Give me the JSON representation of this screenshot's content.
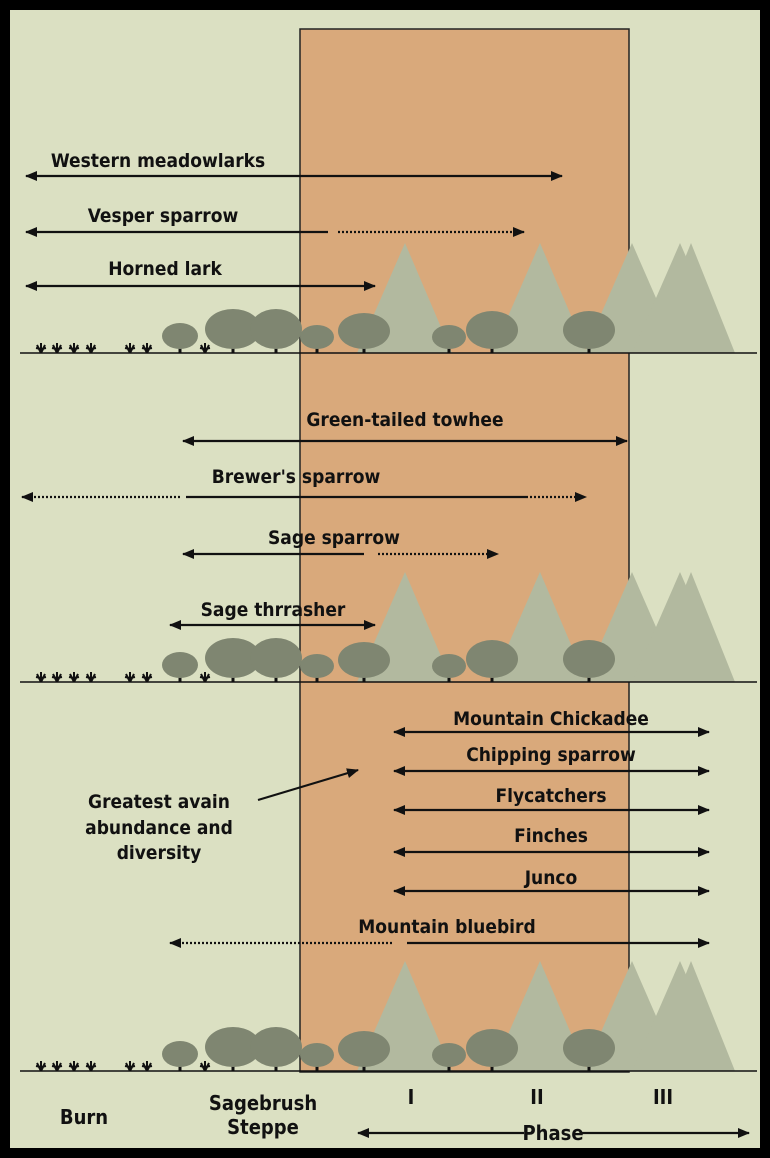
{
  "colors": {
    "background": "#dbe0c2",
    "frame": "#000000",
    "band": "#d9a97b",
    "shrub": "#7f8671",
    "tree": "#b2b99f",
    "ink": "#111111"
  },
  "zones": [
    "Burn",
    "Sagebrush",
    "Steppe"
  ],
  "phase": {
    "label": "Phase",
    "numerals": [
      "I",
      "II",
      "III"
    ]
  },
  "note": {
    "lines": [
      "Greatest avain",
      "abundance and",
      "diversity"
    ]
  },
  "panels": [
    {
      "birds": [
        {
          "name": "Western meadowlarks"
        },
        {
          "name": "Vesper sparrow"
        },
        {
          "name": "Horned lark"
        }
      ]
    },
    {
      "birds": [
        {
          "name": "Green-tailed towhee"
        },
        {
          "name": "Brewer's sparrow"
        },
        {
          "name": "Sage sparrow"
        },
        {
          "name": "Sage thrrasher"
        }
      ]
    },
    {
      "birds": [
        {
          "name": "Mountain Chickadee"
        },
        {
          "name": "Chipping sparrow"
        },
        {
          "name": "Flycatchers"
        },
        {
          "name": "Finches"
        },
        {
          "name": "Junco"
        },
        {
          "name": "Mountain bluebird"
        }
      ]
    }
  ]
}
